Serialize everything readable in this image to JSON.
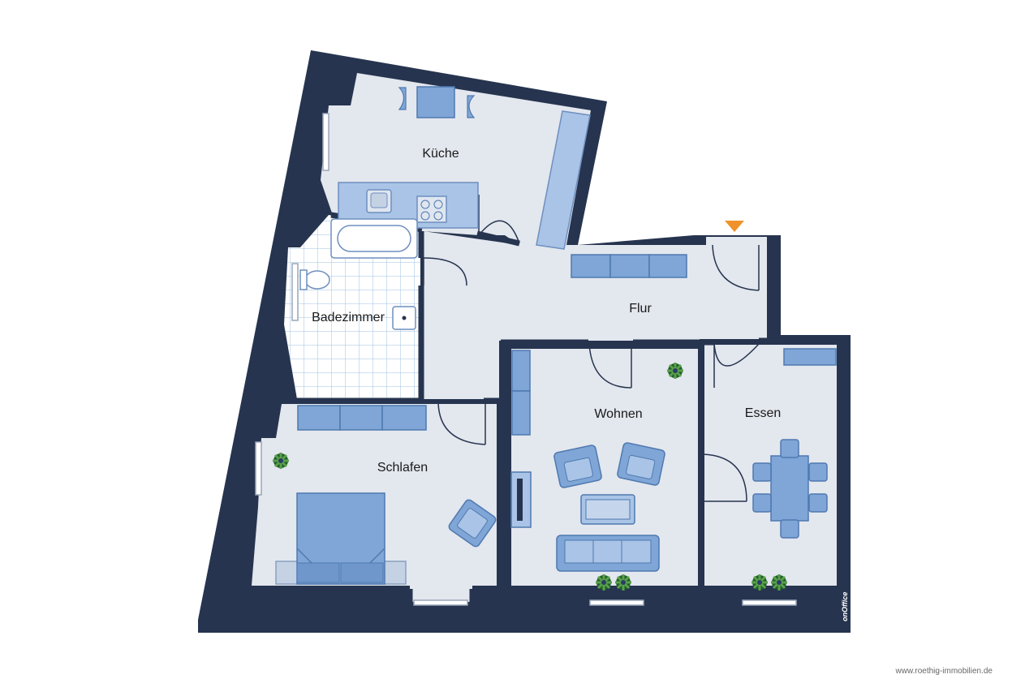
{
  "rooms": {
    "kueche": "Küche",
    "flur": "Flur",
    "badezimmer": "Badezimmer",
    "wohnen": "Wohnen",
    "essen": "Essen",
    "schlafen": "Schlafen"
  },
  "logo": "onOffice",
  "credit": "www.roethig-immobilien.de",
  "colors": {
    "wall": "#26344f",
    "floor": "#e3e7ee",
    "furniture": "#7fa6d6",
    "furniture_light": "#a9c4e6",
    "tile_line": "#9fc0e2",
    "plant": "#3a7a3a",
    "entrance_marker": "#f0922b"
  },
  "icons": [
    "entrance-arrow-icon",
    "plant-icon",
    "window-icon",
    "door-icon"
  ]
}
